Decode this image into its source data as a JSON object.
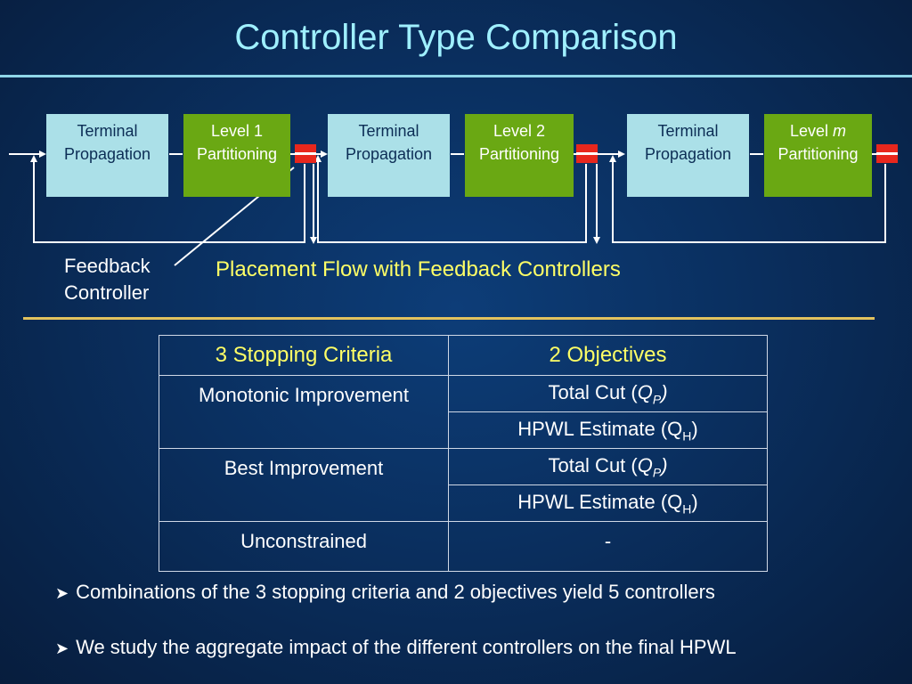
{
  "title": "Controller Type Comparison",
  "flow": {
    "stages": [
      {
        "terminal_line1": "Terminal",
        "terminal_line2": "Propagation",
        "level_line1": "Level 1",
        "level_line2": "Partitioning"
      },
      {
        "terminal_line1": "Terminal",
        "terminal_line2": "Propagation",
        "level_line1": "Level 2",
        "level_line2": "Partitioning"
      },
      {
        "terminal_line1": "Terminal",
        "terminal_line2": "Propagation",
        "level_line1_prefix": "Level ",
        "level_line1_var": "m",
        "level_line2": "Partitioning"
      }
    ],
    "feedback_label_line1": "Feedback",
    "feedback_label_line2": "Controller",
    "caption": "Placement Flow with Feedback Controllers",
    "colors": {
      "terminal_block": "#abe0e8",
      "level_block": "#6aa813",
      "controller": "#e8271d",
      "caption": "#ffff66",
      "title": "#9ff0ff"
    }
  },
  "table": {
    "headers": [
      "3 Stopping Criteria",
      "2 Objectives"
    ],
    "groups": [
      {
        "criterion": "Monotonic Improvement",
        "objectives": [
          {
            "text": "Total Cut (",
            "var": "Q",
            "sub": "P",
            "close": ")"
          },
          {
            "text": "HPWL Estimate (Q",
            "sub": "H",
            "close": ")"
          }
        ]
      },
      {
        "criterion": "Best Improvement",
        "objectives": [
          {
            "text": "Total Cut (",
            "var": "Q",
            "sub": "P",
            "close": ")"
          },
          {
            "text": "HPWL Estimate (Q",
            "sub": "H",
            "close": ")"
          }
        ]
      },
      {
        "criterion": "Unconstrained",
        "objectives": [
          {
            "text": "-"
          }
        ]
      }
    ]
  },
  "bullets": [
    "Combinations of the  3 stopping criteria and 2 objectives yield 5 controllers",
    "We study the aggregate impact of the different controllers on the final HPWL"
  ],
  "bullet_icon": "arrowhead-bullet-icon"
}
